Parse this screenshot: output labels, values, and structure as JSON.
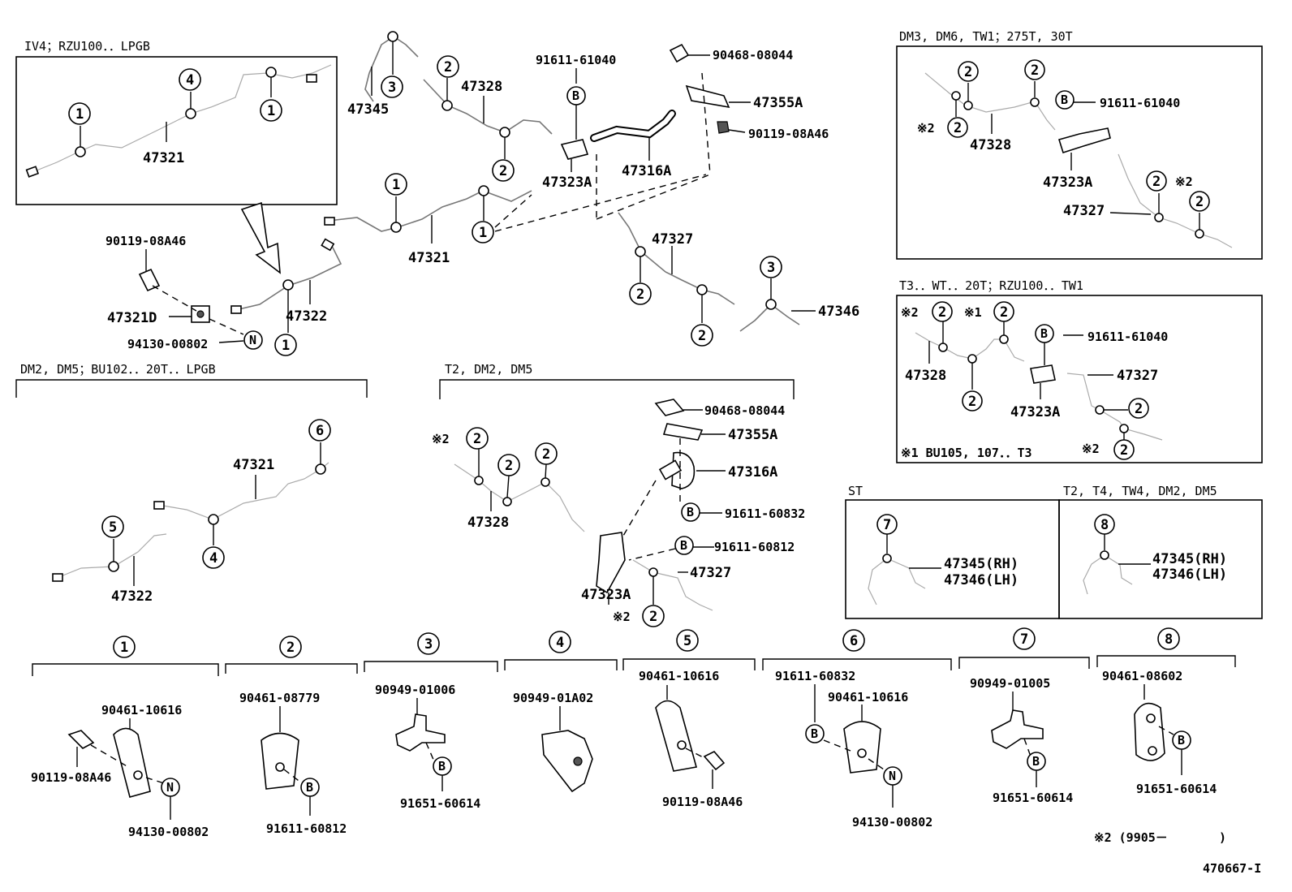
{
  "headers": {
    "top_left_inset": "IV4；RZU100．．LPGB",
    "right_top_inset": "DM3, DM6, TW1；275T, 30T",
    "right_mid_inset": "T3．．WT．．20T；RZU100．．TW1",
    "left_mid_group": "DM2, DM5；BU102．．20T．．LPGB",
    "center_mid_group": "T2, DM2, DM5",
    "st_box": "ST",
    "t2_box": "T2, T4, TW4, DM2, DM5"
  },
  "parts": {
    "p47321": "47321",
    "p47322": "47322",
    "p47321D": "47321D",
    "p47328": "47328",
    "p47327": "47327",
    "p47323A": "47323A",
    "p47316A": "47316A",
    "p47355A": "47355A",
    "p47345": "47345",
    "p47346": "47346",
    "p47345rh": "47345(RH)",
    "p47346lh": "47346(LH)",
    "b90119": "90119-08A46",
    "b94130": "94130-00802",
    "b91611_61040": "91611-61040",
    "b90468": "90468-08044",
    "b91611_60832": "91611-60832",
    "b91611_60812": "91611-60812",
    "c90461_10616": "90461-10616",
    "c90461_08779": "90461-08779",
    "c90949_01006": "90949-01006",
    "c90949_01A02": "90949-01A02",
    "c91651_60614": "91651-60614",
    "c90949_01005": "90949-01005",
    "c90461_08602": "90461-08602"
  },
  "callouts": {
    "n1": "1",
    "n2": "2",
    "n3": "3",
    "n4": "4",
    "n5": "5",
    "n6": "6",
    "n7": "7",
    "n8": "8",
    "B": "B",
    "N": "N",
    "star2": "※2",
    "star1": "※1"
  },
  "notes": {
    "footnote1": "※1 BU105, 107．．T3",
    "footnote2": "※2 (9905－",
    "footnote2_close": ")",
    "drawing_code": "470667-I"
  },
  "icons": [
    "clip-icon",
    "bolt-icon",
    "nut-icon",
    "hose-icon",
    "bracket-icon",
    "arrow-icon"
  ]
}
